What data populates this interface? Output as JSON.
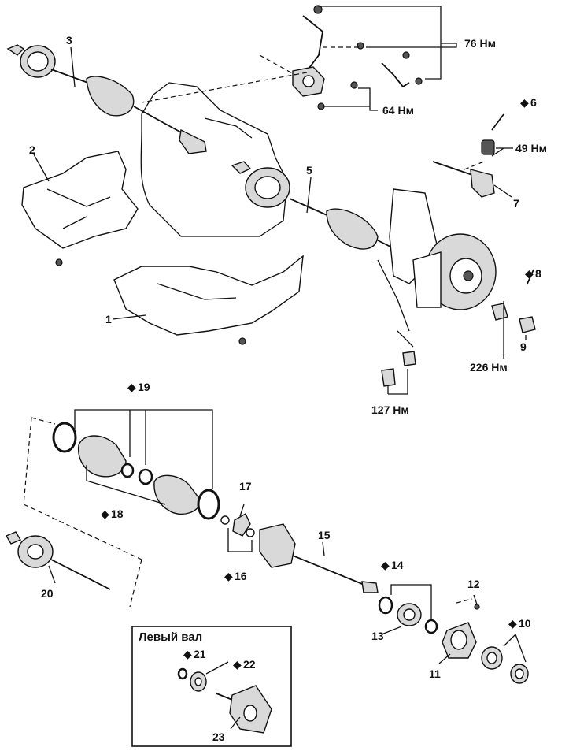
{
  "diagram": {
    "part_numbers": {
      "p1": "1",
      "p2": "2",
      "p3": "3",
      "p5": "5",
      "p6": "6",
      "p7": "7",
      "p8": "8",
      "p9": "9",
      "p10": "10",
      "p11": "11",
      "p12": "12",
      "p13": "13",
      "p14": "14",
      "p15": "15",
      "p16": "16",
      "p17": "17",
      "p18": "18",
      "p19": "19",
      "p20": "20",
      "p21": "21",
      "p22": "22",
      "p23": "23"
    },
    "torques": {
      "t76": "76 Нм",
      "t64": "64 Нм",
      "t49": "49 Нм",
      "t226": "226 Нм",
      "t127": "127 Нм"
    },
    "inset_title": "Левый вал",
    "replace_marker": "◆"
  }
}
